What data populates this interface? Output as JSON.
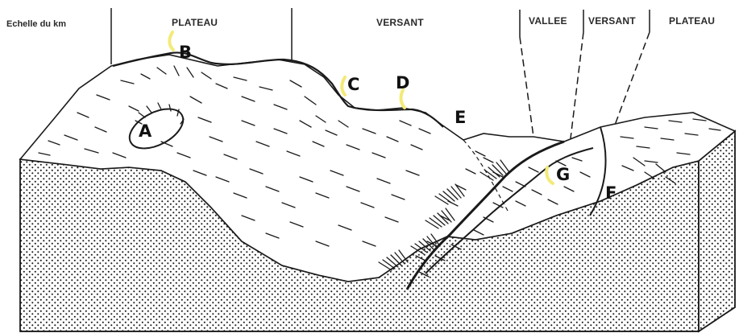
{
  "scale_label": "Echelle du km",
  "zones": {
    "plateau_left": "PLATEAU",
    "versant_left": "VERSANT",
    "vallee": "VALLEE",
    "versant_right": "VERSANT",
    "plateau_right": "PLATEAU"
  },
  "points": {
    "A": "A",
    "B": "B",
    "C": "C",
    "D": "D",
    "E": "E",
    "F": "F",
    "G": "G"
  },
  "colors": {
    "ink": "#1a1a1a",
    "highlight": "#f3ea78",
    "background": "#ffffff"
  }
}
